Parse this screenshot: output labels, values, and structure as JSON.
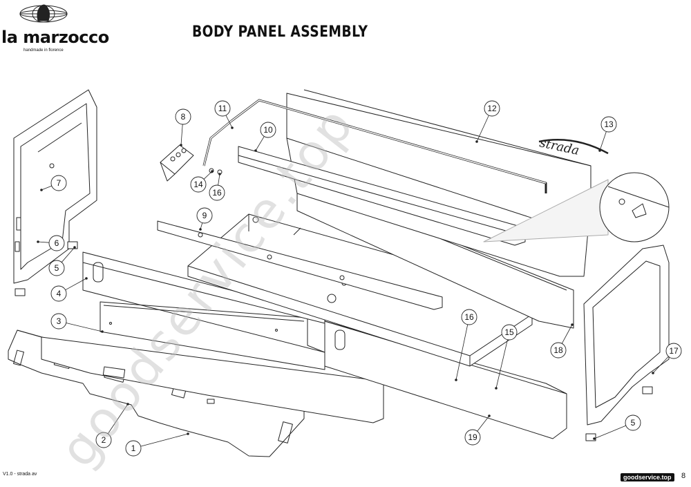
{
  "brand": {
    "wordmark": "la marzocco",
    "tagline": "handmade in florence",
    "logo_icon": "globe-lion-icon"
  },
  "page": {
    "title": "BODY PANEL ASSEMBLY",
    "version": "V1.0 - strada av",
    "watermark_badge": "goodservice.top",
    "page_number": "8",
    "watermark": "goodservice.top"
  },
  "emblem_text": "strada",
  "callouts": [
    "1",
    "2",
    "3",
    "4",
    "5",
    "5",
    "6",
    "7",
    "8",
    "9",
    "10",
    "11",
    "12",
    "13",
    "14",
    "15",
    "16",
    "16",
    "17",
    "18",
    "19"
  ]
}
